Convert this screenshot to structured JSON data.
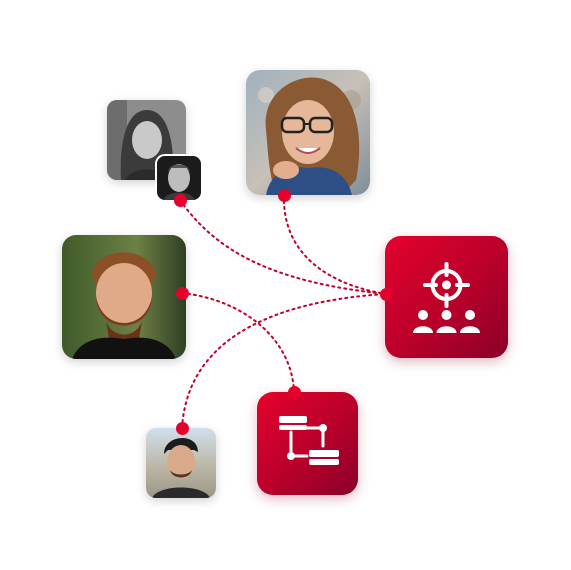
{
  "colors": {
    "accent": "#e4022d",
    "accent_dark": "#8a0028",
    "connector": "#c0002a",
    "background": "#ffffff"
  },
  "nodes": {
    "group_pair": {
      "kind": "photo-pair",
      "subjects": [
        "woman-long-hair-grayscale",
        "man-grayscale"
      ]
    },
    "woman_glasses": {
      "kind": "photo",
      "subject": "woman-with-glasses-smiling"
    },
    "bearded_man": {
      "kind": "photo",
      "subject": "bearded-man"
    },
    "young_man": {
      "kind": "photo",
      "subject": "young-man"
    },
    "targeting_tile": {
      "kind": "icon-tile",
      "icon": "target-audience-icon"
    },
    "network_tile": {
      "kind": "icon-tile",
      "icon": "network-hierarchy-icon"
    }
  },
  "connections": [
    {
      "from": "group_pair",
      "to": "targeting_tile"
    },
    {
      "from": "woman_glasses",
      "to": "targeting_tile"
    },
    {
      "from": "young_man",
      "to": "targeting_tile"
    },
    {
      "from": "bearded_man",
      "to": "network_tile"
    }
  ]
}
